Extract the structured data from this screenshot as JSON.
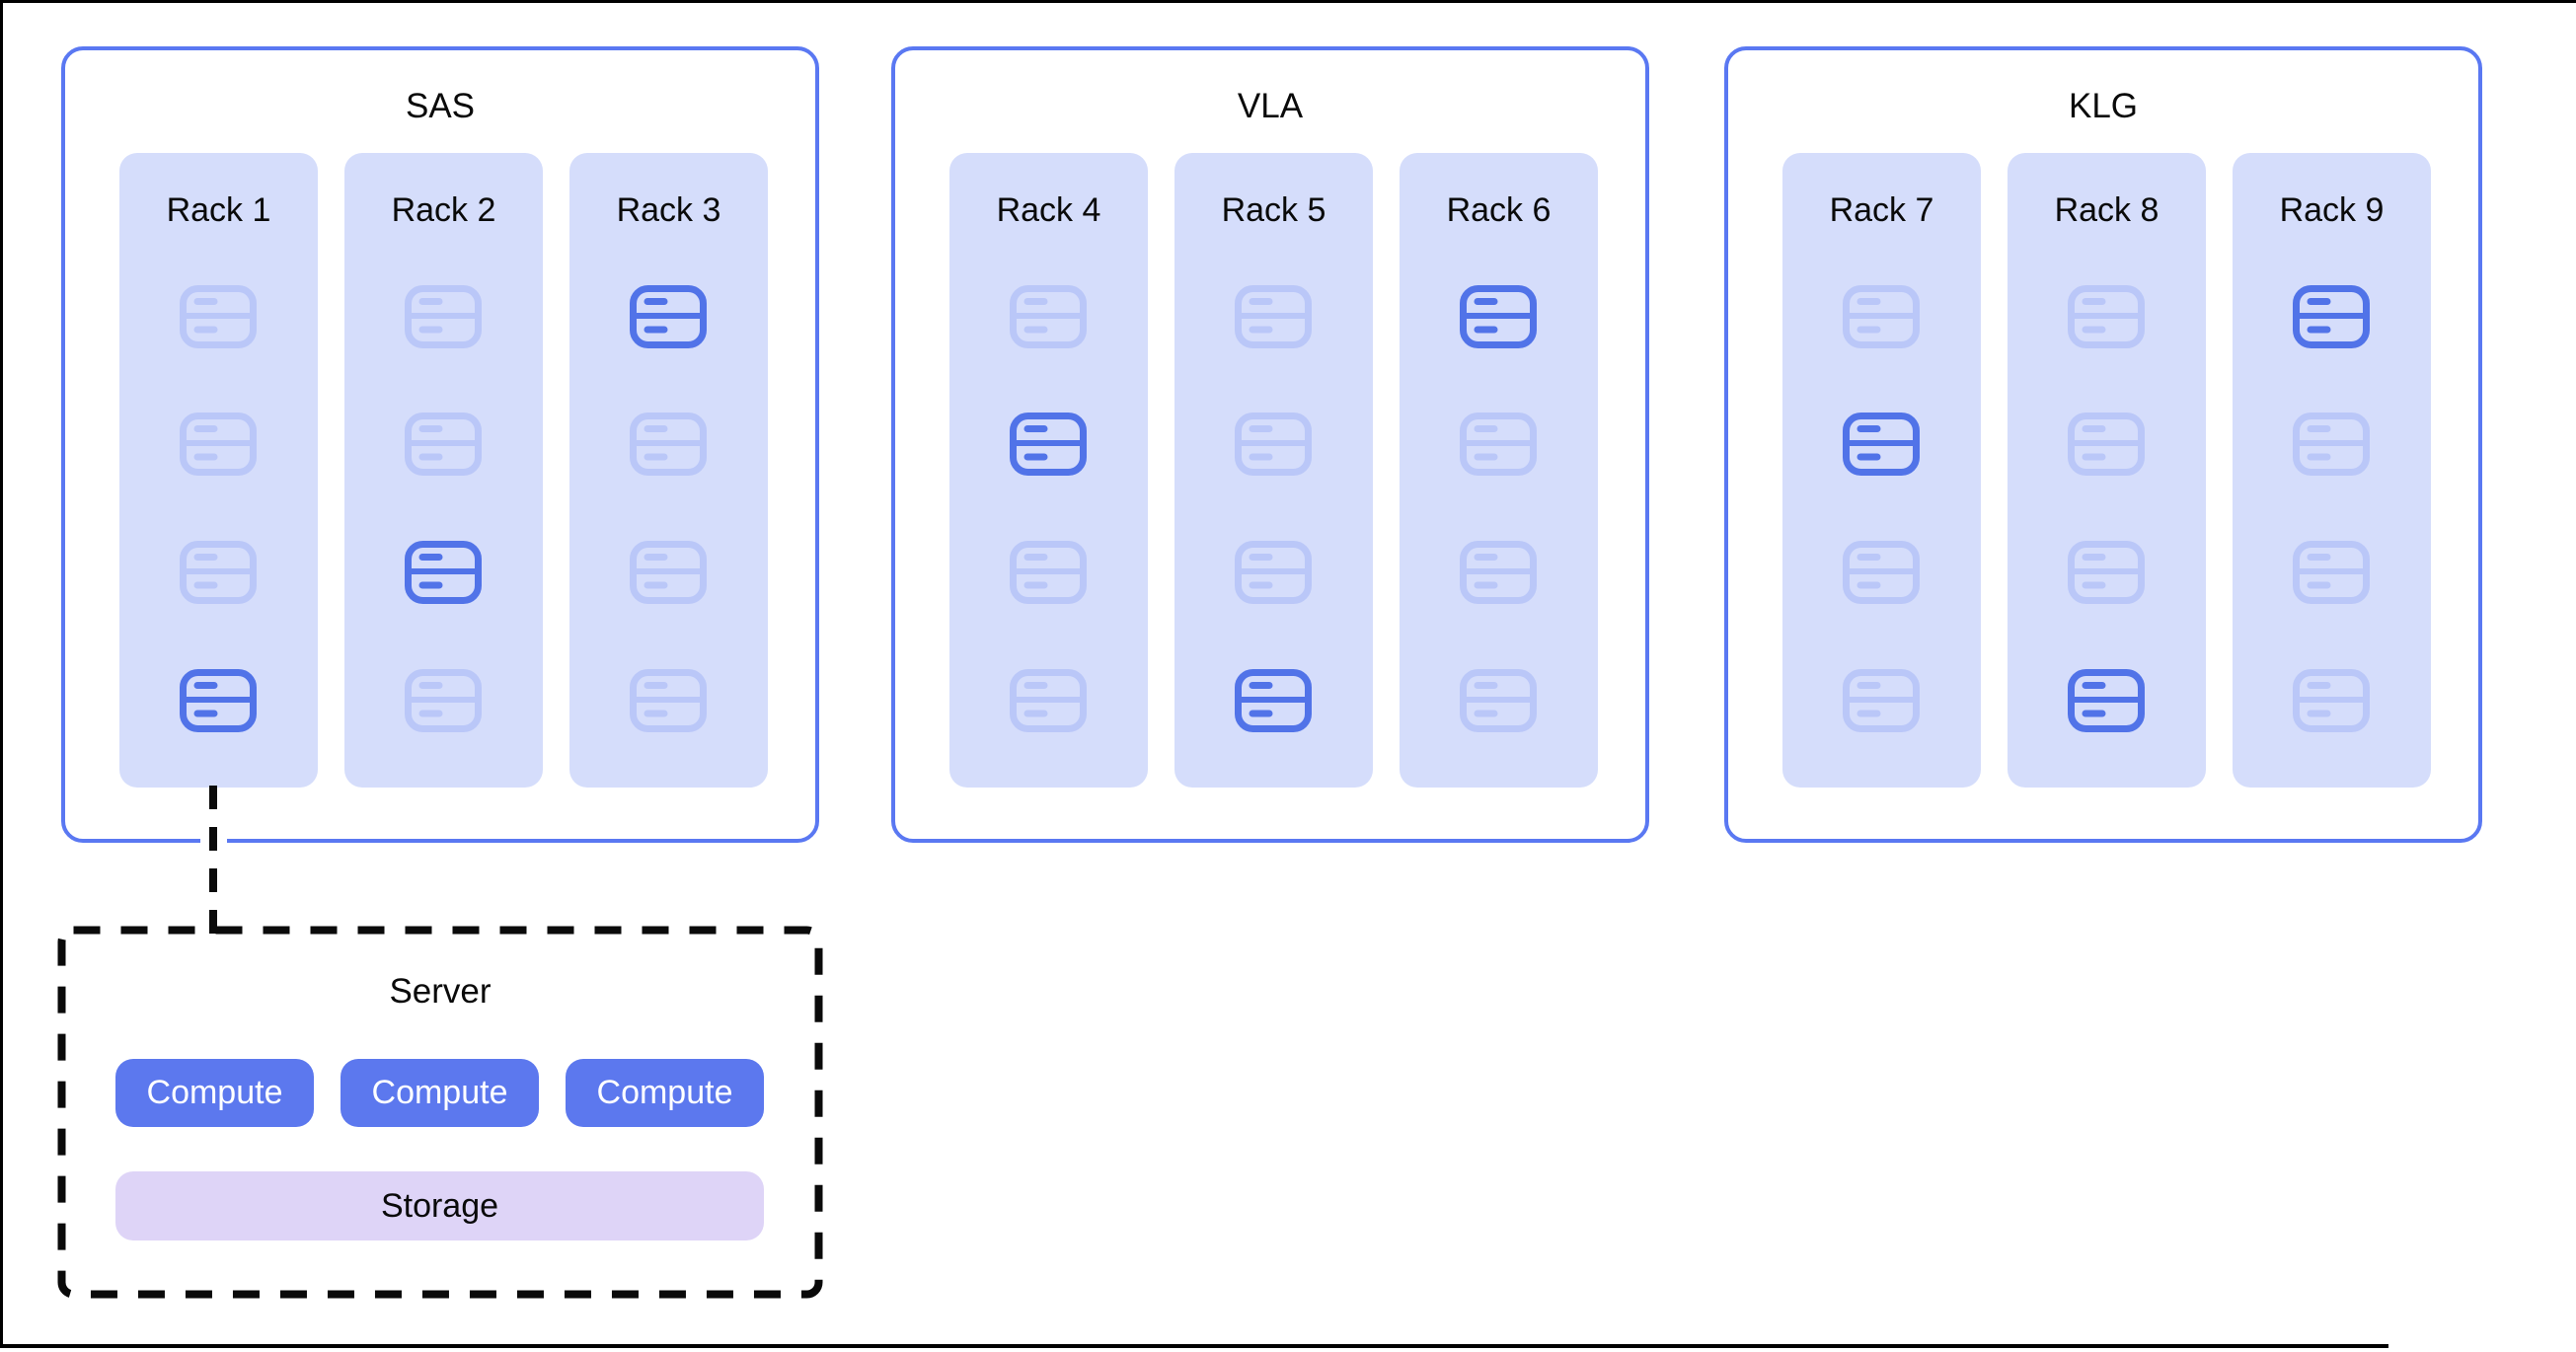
{
  "colors": {
    "zone_border": "#5a78f2",
    "rack_bg": "#d5ddfb",
    "icon_idle": "#bac7f8",
    "icon_active": "#5173e8",
    "compute_bg": "#5c78ee",
    "compute_text": "#ffffff",
    "storage_bg": "#ded4f7",
    "frame": "#000000"
  },
  "zones": [
    {
      "label": "SAS",
      "racks": [
        {
          "label": "Rack 1",
          "slots": 4,
          "active_slot": 4
        },
        {
          "label": "Rack 2",
          "slots": 4,
          "active_slot": 3
        },
        {
          "label": "Rack 3",
          "slots": 4,
          "active_slot": 1
        }
      ]
    },
    {
      "label": "VLA",
      "racks": [
        {
          "label": "Rack 4",
          "slots": 4,
          "active_slot": 2
        },
        {
          "label": "Rack 5",
          "slots": 4,
          "active_slot": 4
        },
        {
          "label": "Rack 6",
          "slots": 4,
          "active_slot": 1
        }
      ]
    },
    {
      "label": "KLG",
      "racks": [
        {
          "label": "Rack 7",
          "slots": 4,
          "active_slot": 2
        },
        {
          "label": "Rack 8",
          "slots": 4,
          "active_slot": 4
        },
        {
          "label": "Rack 9",
          "slots": 4,
          "active_slot": 1
        }
      ]
    }
  ],
  "connector": {
    "from_rack": "Rack 1",
    "style": "dashed"
  },
  "server_detail": {
    "title": "Server",
    "compute_labels": [
      "Compute",
      "Compute",
      "Compute"
    ],
    "storage_label": "Storage"
  }
}
